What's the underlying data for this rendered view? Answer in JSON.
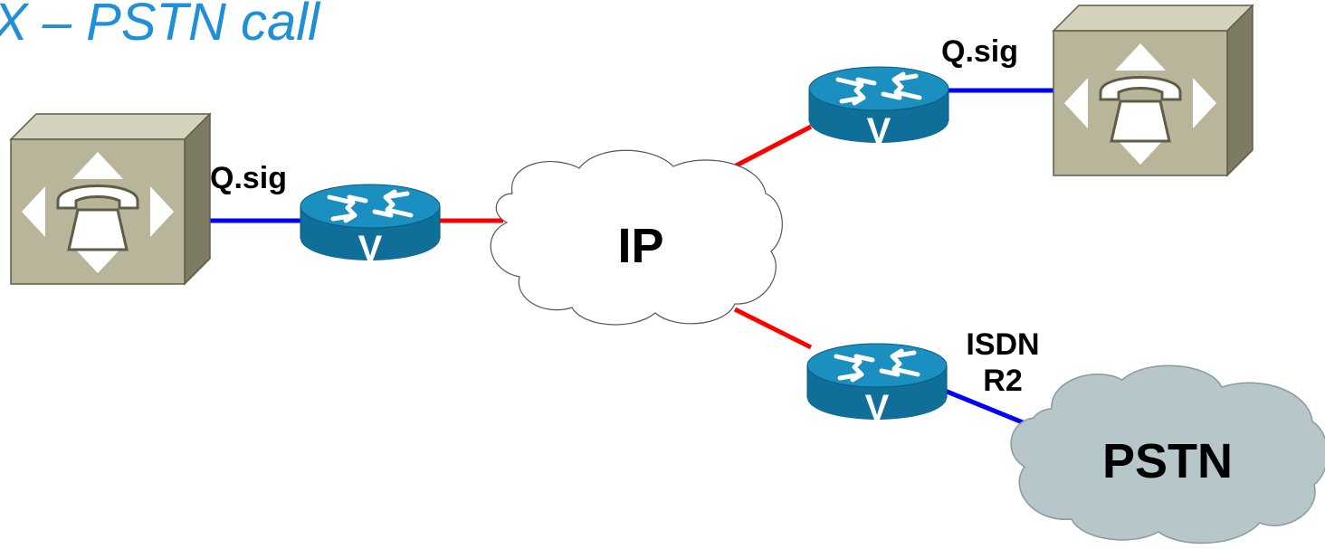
{
  "slide": {
    "title": "X – PSTN call"
  },
  "labels": {
    "qsig_left": "Q.sig",
    "qsig_right": "Q.sig",
    "isdn": "ISDN",
    "r2": "R2",
    "ip_cloud": "IP",
    "pstn_cloud": "PSTN",
    "router_mark": "V"
  },
  "colors": {
    "title": "#1f8fd6",
    "signaling_link": "#0000ff",
    "ip_link": "#ff0000",
    "router_top": "#1a8fc0",
    "router_side": "#0f6f98",
    "pbx_face": "#b8b59a",
    "pbx_side": "#7c7a62",
    "ip_cloud_fill": "#ffffff",
    "pstn_cloud_fill": "#b7c6c9"
  },
  "icons": {
    "pbx": "pbx-phone-icon",
    "router": "voice-router-icon",
    "cloud": "network-cloud-icon"
  }
}
